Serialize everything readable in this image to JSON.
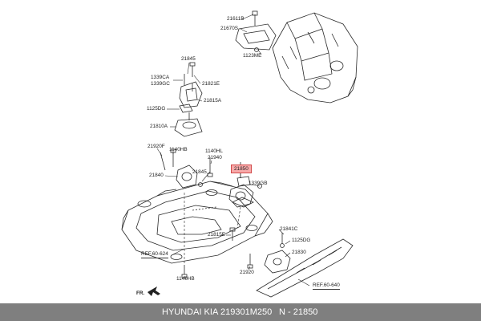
{
  "diagram": {
    "part_labels": {
      "p21611b": "21611B",
      "p21670s": "21670S",
      "p1123me": "1123ME",
      "p21845a": "21845",
      "p1339ca": "1339CA",
      "p1339gc": "1339GC",
      "p21821e": "21821E",
      "p21815a": "21815A",
      "p1125dga": "1125DG",
      "p21810a": "21810A",
      "p21920f": "21920F",
      "p1140hba": "1140HB",
      "p1140hl": "1140HL",
      "p21940": "21940",
      "p21840": "21840",
      "p21845b": "21845",
      "p21850": "21850",
      "p1339gb": "1339GB",
      "p21841c": "21841C",
      "p21815e": "21815E",
      "p1125dgb": "1125DG",
      "p21830": "21830",
      "p21920": "21920",
      "p1140hbb": "1140HB",
      "ref624": "REF.60-624",
      "ref640": "REF.60-640",
      "fr": "FR."
    },
    "highlight_color": "#f7a9a9"
  },
  "footer": {
    "brand": "HYUNDAI  KIA",
    "part_number": "219301M250",
    "ref_number": "N - 21850",
    "background": "#7f7f7f"
  }
}
